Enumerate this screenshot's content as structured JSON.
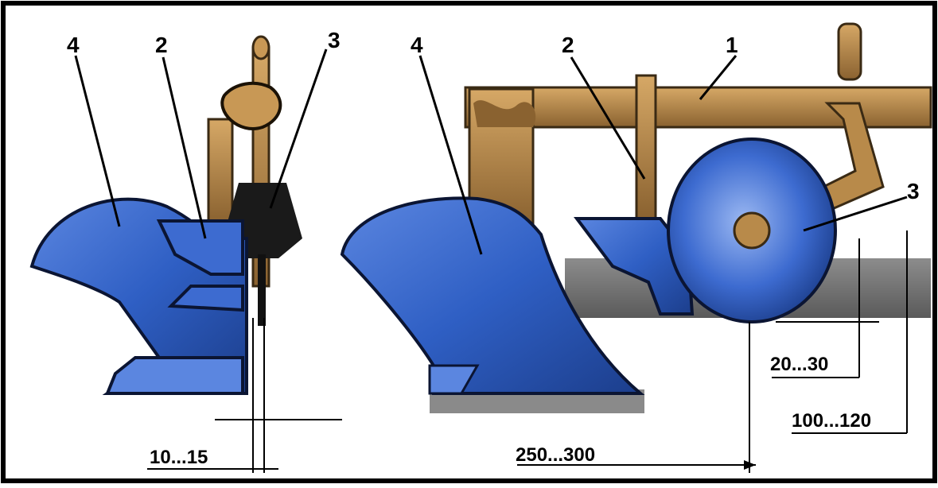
{
  "colors": {
    "frame": "#000000",
    "beam": "#b88a4a",
    "beam_dark": "#7a5528",
    "steel_blue": "#2f5fc4",
    "steel_light": "#6f95e6",
    "steel_dark": "#1c3e8c",
    "soil": "#6b6b6b",
    "soil_light": "#9a9a9a"
  },
  "left_view": {
    "callouts": [
      "4",
      "2",
      "3"
    ],
    "dimension": "10...15"
  },
  "right_view": {
    "callouts": [
      "4",
      "2",
      "1",
      "3"
    ],
    "dimensions": {
      "horizontal": "250...300",
      "depth_small": "20...30",
      "depth_large": "100...120"
    }
  }
}
